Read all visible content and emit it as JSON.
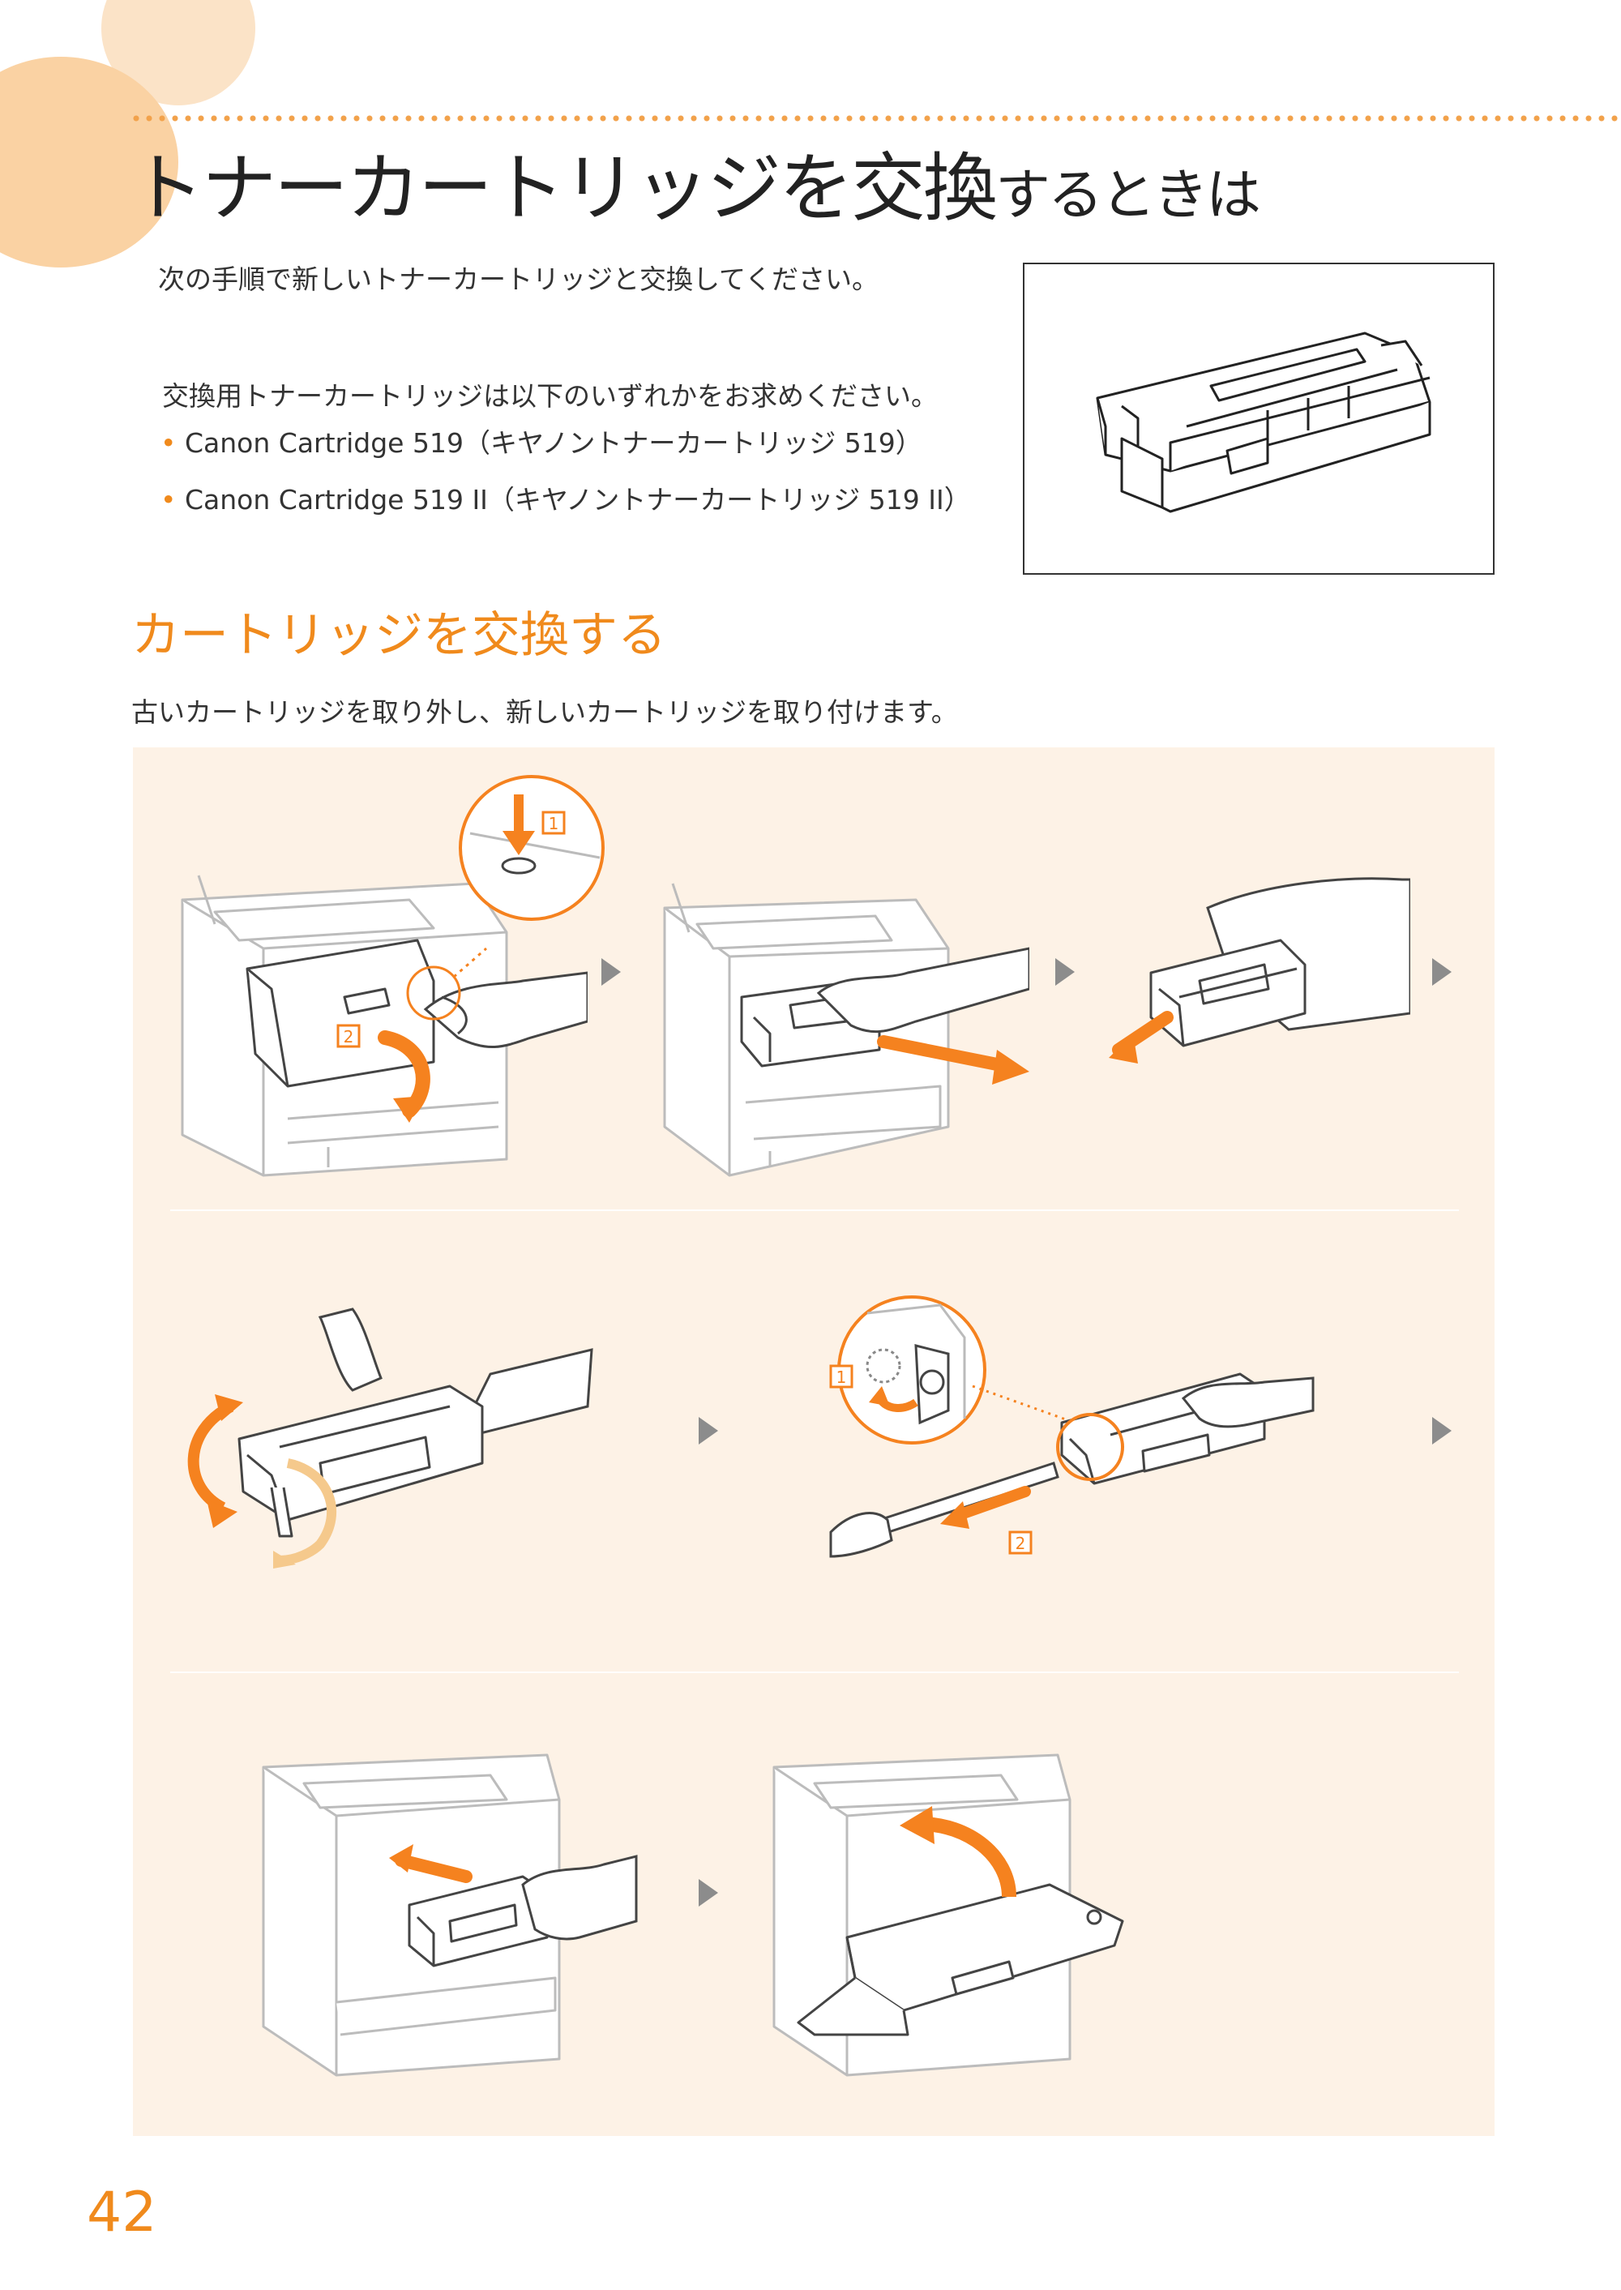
{
  "header": {
    "title_main": "トナーカートリッジを交換",
    "title_tail": "するときは"
  },
  "intro": "次の手順で新しいトナーカートリッジと交換してください。",
  "requirement": {
    "text": "交換用トナーカートリッジは以下のいずれかをお求めください。",
    "items": [
      "Canon Cartridge 519（キヤノントナーカートリッジ 519）",
      "Canon Cartridge 519 II（キヤノントナーカートリッジ 519 II）"
    ]
  },
  "section": {
    "heading": "カートリッジを交換する",
    "description": "古いカートリッジを取り外し、新しいカートリッジを取り付けます。"
  },
  "steps": {
    "callout_1": "1",
    "callout_2": "2"
  },
  "page_number": "42",
  "colors": {
    "accent": "#f08a1c",
    "panel_bg": "#fdf2e6",
    "arrow_orange": "#f5821f",
    "step_arrow_gray": "#8c8c8c"
  }
}
